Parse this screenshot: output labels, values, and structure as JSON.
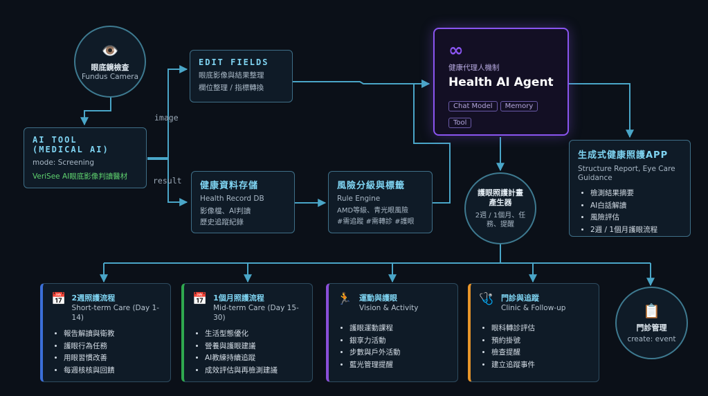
{
  "fundus": {
    "emoji": "👁️",
    "title": "眼底鏡檢查",
    "subtitle": "Fundus Camera"
  },
  "ai_tool": {
    "title_line1": "AI TOOL",
    "title_line2": "(MEDICAL AI)",
    "mode": "mode: Screening",
    "product": "VeriSee AI眼底影像判讀醫材"
  },
  "edit_fields": {
    "title": "EDIT FIELDS",
    "line1": "眼底影像與結果整理",
    "line2": "欄位整理 / 指標轉換"
  },
  "labels": {
    "image": "image",
    "result": "result"
  },
  "health_db": {
    "title": "健康資料存儲",
    "subtitle": "Health Record DB",
    "line1": "影像檔、AI判讀",
    "line2": "歷史追蹤紀錄"
  },
  "risk": {
    "title": "風險分級與標籤",
    "subtitle": "Rule Engine",
    "line1": "AMD等級、青光眼風險",
    "line2": "#需追蹤 #需轉診 #護眼"
  },
  "agent": {
    "icon": "∞",
    "subtitle": "健康代理人機制",
    "title": "Health AI Agent",
    "tags": [
      "Chat Model",
      "Memory",
      "Tool"
    ]
  },
  "report": {
    "title": "生成式健康照護APP",
    "subtitle": "Structure Report, Eye Care Guidance",
    "items": [
      "檢測結果摘要",
      "AI白話解讀",
      "風險評估",
      "2週 / 1個月護眼流程"
    ]
  },
  "planner": {
    "title": "護眼照護計畫產生器",
    "detail": "2週 / 1個月、任務、提醒"
  },
  "cards": [
    {
      "emoji": "📅",
      "title": "2週照護流程",
      "subtitle": "Short-term Care (Day 1-14)",
      "accent": "#3b6fd8",
      "items": [
        "報告解讀與衛教",
        "護眼行為任務",
        "用眼習慣改善",
        "每週核核與回饋"
      ]
    },
    {
      "emoji": "📅",
      "title": "1個月照護流程",
      "subtitle": "Mid-term Care (Day 15-30)",
      "accent": "#2fa84f",
      "items": [
        "生活型態優化",
        "營養與護眼建議",
        "AI教練持續追蹤",
        "成效評估與再檢測建議"
      ]
    },
    {
      "emoji": "🏃",
      "title": "運動與護眼",
      "subtitle": "Vision & Activity",
      "accent": "#8a4fd8",
      "items": [
        "護眼運動課程",
        "銀享力活動",
        "步數與戶外活動",
        "藍光管理提醒"
      ]
    },
    {
      "emoji": "🩺",
      "title": "門診與追蹤",
      "subtitle": "Clinic & Follow-up",
      "accent": "#e8952a",
      "items": [
        "眼科轉診評估",
        "預約掛號",
        "檢查提醒",
        "建立追蹤事件"
      ]
    }
  ],
  "clinic": {
    "emoji": "📋",
    "title": "門診管理",
    "subtitle": "create: event"
  },
  "colors": {
    "background": "#0b1018",
    "wire": "#4aa6c8",
    "accent_cyan": "#7fd4f2",
    "agent_border": "#8a55f0",
    "green_text": "#5fd36f"
  }
}
